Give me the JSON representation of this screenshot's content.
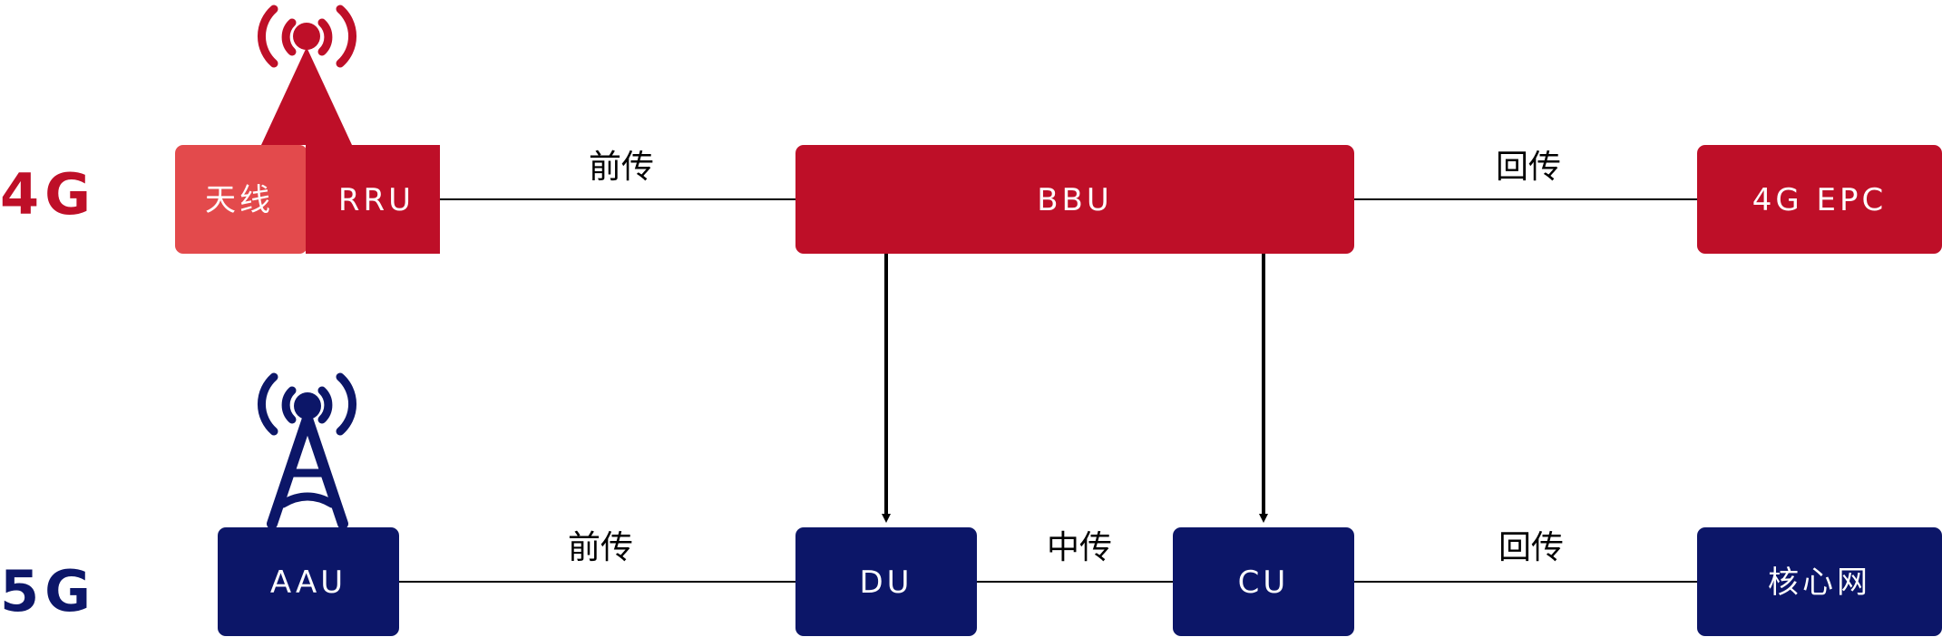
{
  "colors": {
    "red": "#BE0F28",
    "red_light": "#E34A4C",
    "navy": "#0C1668",
    "line": "#000000"
  },
  "rows": {
    "g4_label": "4G",
    "g5_label": "5G"
  },
  "nodes": {
    "antenna_4g": "天线",
    "rru": "RRU",
    "bbu": "BBU",
    "epc_4g": "4G EPC",
    "aau": "AAU",
    "du": "DU",
    "cu": "CU",
    "core": "核心网"
  },
  "links": {
    "fronthaul_4g": "前传",
    "backhaul_4g": "回传",
    "fronthaul_5g": "前传",
    "midhaul_5g": "中传",
    "backhaul_5g": "回传"
  },
  "icons": {
    "tower_4g": "radio-tower-icon",
    "tower_5g": "lattice-tower-icon"
  }
}
